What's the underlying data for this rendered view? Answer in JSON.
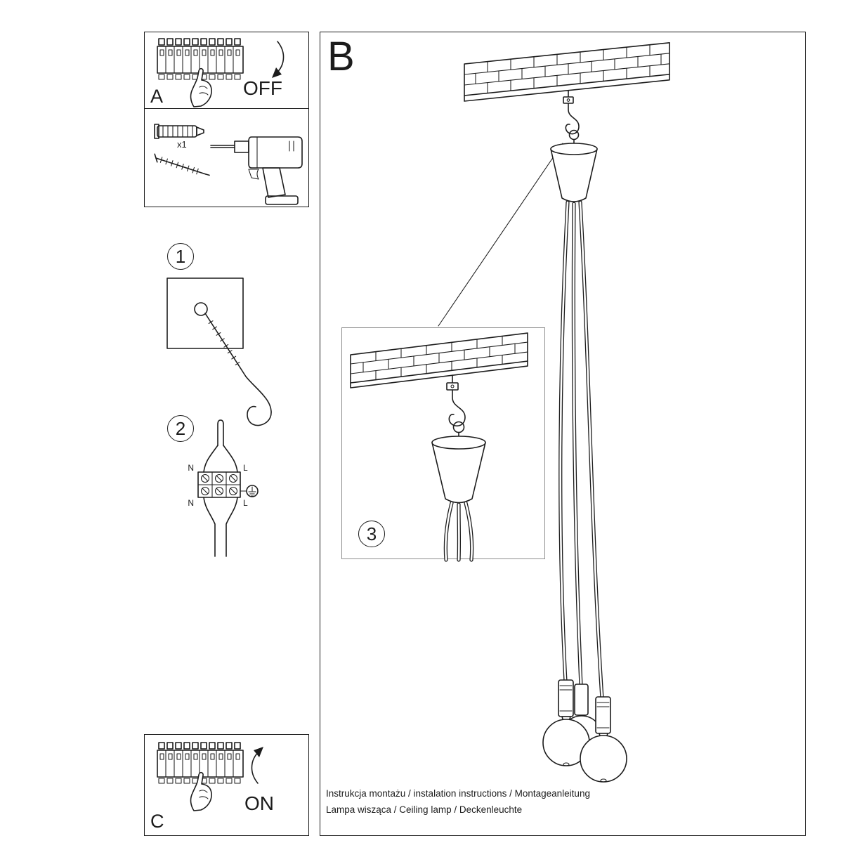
{
  "page": {
    "panel_a": {
      "label": "A",
      "switch": "OFF"
    },
    "panel_b": {
      "label": "B"
    },
    "panel_c": {
      "label": "C",
      "switch": "ON"
    },
    "tools": {
      "quantity": "x1"
    },
    "steps": {
      "one": "1",
      "two": "2",
      "three": "3"
    },
    "wiring": {
      "n_top": "N",
      "l_top": "L",
      "n_bottom": "N",
      "l_bottom": "L"
    },
    "footer": {
      "line1": "Instrukcja montażu / instalation instructions / Montageanleitung",
      "line2": "Lampa wisząca / Ceiling lamp / Deckenleuchte"
    },
    "colors": {
      "ink": "#1c1c1c",
      "inset_border": "#8f8f8f",
      "paper": "#ffffff"
    }
  }
}
